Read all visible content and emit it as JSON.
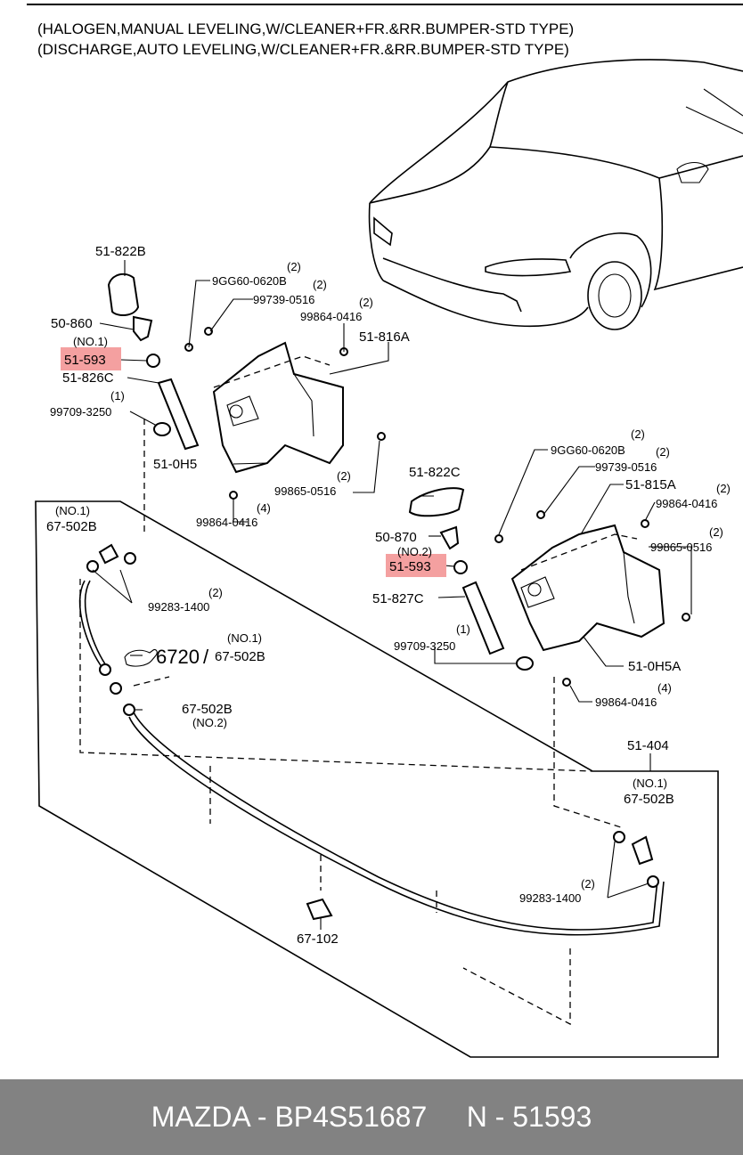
{
  "header": {
    "line1": "(HALOGEN,MANUAL LEVELING,W/CLEANER+FR.&RR.BUMPER-STD TYPE)",
    "line2": "(DISCHARGE,AUTO LEVELING,W/CLEANER+FR.&RR.BUMPER-STD TYPE)"
  },
  "highlight_color": "#f4a0a0",
  "labels": {
    "l_51_822B": "51-822B",
    "l_50_860": "50-860",
    "l_no1_a": "(NO.1)",
    "l_51_593_a": "51-593",
    "l_51_826C": "51-826C",
    "l_1_a": "(1)",
    "l_99709_a": "99709-3250",
    "l_51_0H5": "51-0H5",
    "l_9GG60_a": "9GG60-0620B",
    "l_2_a": "(2)",
    "l_99739_a": "99739-0516",
    "l_2_b": "(2)",
    "l_99864_a": "99864-0416",
    "l_2_c": "(2)",
    "l_51_816A": "51-816A",
    "l_2_d": "(2)",
    "l_99865_a": "99865-0516",
    "l_99864_b": "99864-0416",
    "l_4_a": "(4)",
    "l_no1_b": "(NO.1)",
    "l_67_502B_a": "67-502B",
    "l_2_e": "(2)",
    "l_99283_a": "99283-1400",
    "l_no1_c": "(NO.1)",
    "l_6720": "6720",
    "l_67_502B_b": "67-502B",
    "l_67_502B_c": "67-502B",
    "l_no2_a": "(NO.2)",
    "l_51_822C": "51-822C",
    "l_50_870": "50-870",
    "l_no2_b": "(NO.2)",
    "l_51_593_b": "51-593",
    "l_51_827C": "51-827C",
    "l_1_b": "(1)",
    "l_99709_b": "99709-3250",
    "l_9GG60_b": "9GG60-0620B",
    "l_2_f": "(2)",
    "l_99739_b": "99739-0516",
    "l_51_815A": "51-815A",
    "l_2_g": "(2)",
    "l_99864_c": "99864-0416",
    "l_2_h": "(2)",
    "l_2_i": "(2)",
    "l_99865_b": "99865-0516",
    "l_51_0H5A": "51-0H5A",
    "l_4_b": "(4)",
    "l_99864_d": "99864-0416",
    "l_51_404": "51-404",
    "l_no1_d": "(NO.1)",
    "l_67_502B_d": "67-502B",
    "l_2_j": "(2)",
    "l_99283_b": "99283-1400",
    "l_67_102": "67-102"
  },
  "footer": {
    "text": "MAZDA - BP4S51687     N - 51593"
  }
}
